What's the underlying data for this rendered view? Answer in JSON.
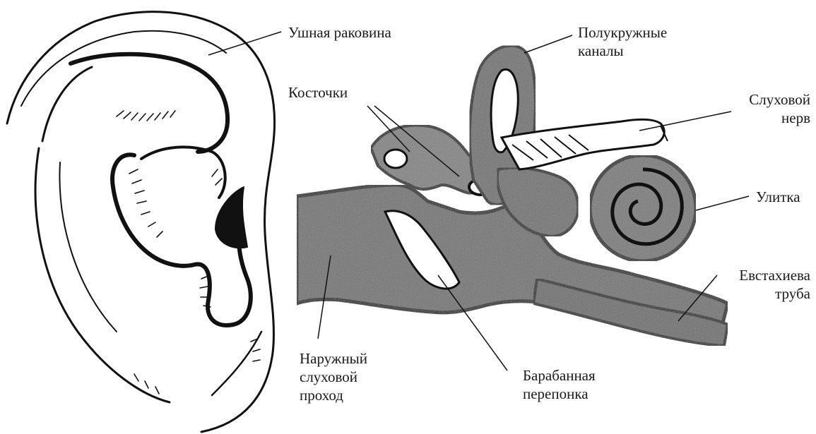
{
  "labels": {
    "pinna": "Ушная раковина",
    "semicircular_canals": [
      "Полукружные",
      "каналы"
    ],
    "ossicles": "Косточки",
    "auditory_nerve": [
      "Слуховой",
      "нерв"
    ],
    "cochlea": "Улитка",
    "eustachian_tube": [
      "Евстахиева",
      "труба"
    ],
    "ear_canal": [
      "Наружный",
      "слуховой",
      "проход"
    ],
    "eardrum": [
      "Барабанная",
      "перепонка"
    ]
  },
  "colors": {
    "line": "#111111",
    "tissue": "#6f6f6f",
    "paper": "#ffffff"
  }
}
